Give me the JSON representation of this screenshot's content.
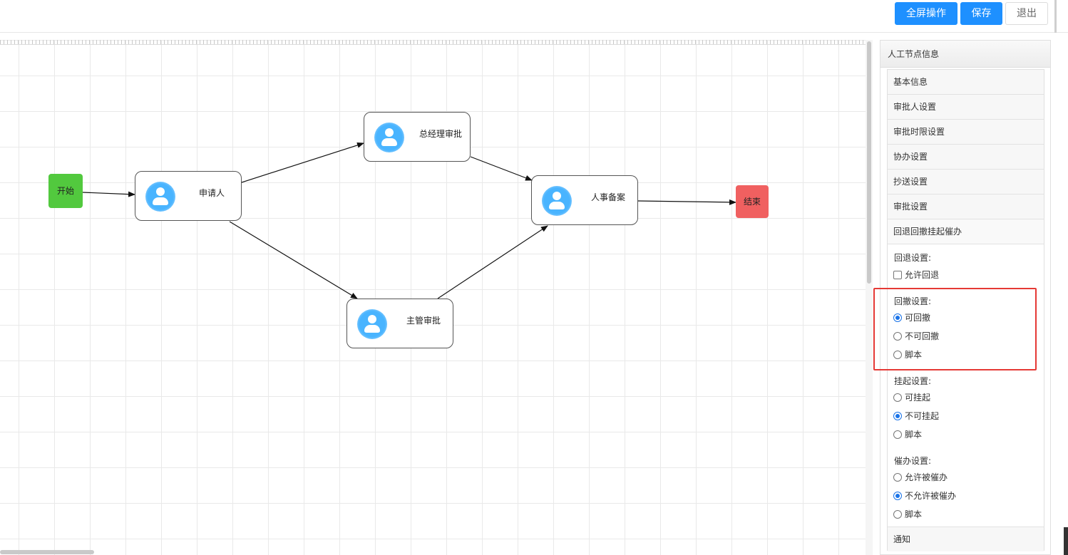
{
  "toolbar": {
    "fullscreen_label": "全屏操作",
    "save_label": "保存",
    "exit_label": "退出"
  },
  "flow": {
    "start_label": "开始",
    "end_label": "结束",
    "tasks": {
      "applicant": "申请人",
      "gm_approval": "总经理审批",
      "supervisor_approval": "主管审批",
      "hr_filing": "人事备案"
    }
  },
  "panel": {
    "title": "人工节点信息",
    "sections": [
      "基本信息",
      "审批人设置",
      "审批时限设置",
      "协办设置",
      "抄送设置",
      "审批设置",
      "回退回撤挂起催办"
    ],
    "rollback": {
      "label": "回退设置:",
      "allow_label": "允许回退",
      "allow_checked": false
    },
    "withdraw": {
      "label": "回撤设置:",
      "options": [
        "可回撤",
        "不可回撤",
        "脚本"
      ],
      "selected": "可回撤"
    },
    "suspend": {
      "label": "挂起设置:",
      "options": [
        "可挂起",
        "不可挂起",
        "脚本"
      ],
      "selected": "不可挂起"
    },
    "urge": {
      "label": "催办设置:",
      "options": [
        "允许被催办",
        "不允许被催办",
        "脚本"
      ],
      "selected": "不允许被催办"
    },
    "notify_label": "通知"
  },
  "colors": {
    "primary": "#1e90ff",
    "start_node": "#52c93e",
    "end_node": "#f06060",
    "highlight_box": "#e53935"
  }
}
